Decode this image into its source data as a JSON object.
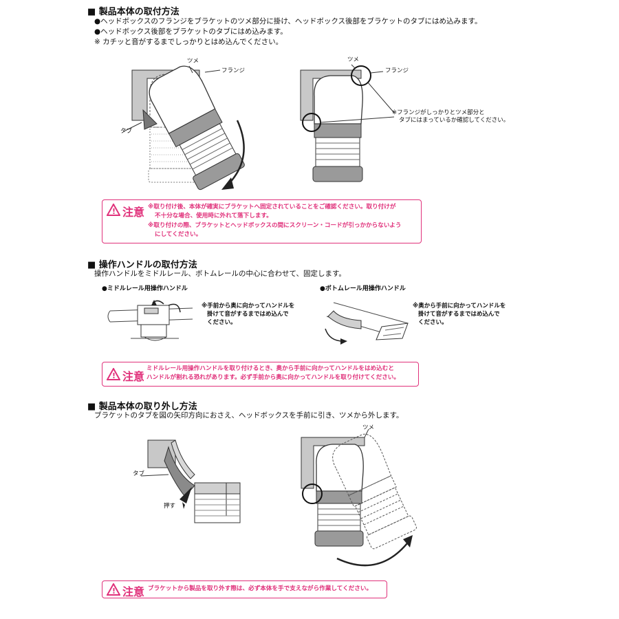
{
  "section1": {
    "heading": "■ 製品本体の取付方法",
    "lines": [
      "●ヘッドボックスのフランジをブラケットのツメ部分に掛け、ヘッドボックス後部をブラケットのタブにはめ込みます。",
      "●ヘッドボックス後部をブラケットのタブにはめ込みます。",
      "※ カチッと音がするまでしっかりとはめ込んでください。"
    ],
    "fig_left": {
      "label_tsume": "ツメ",
      "label_flange": "フランジ",
      "label_tab": "タブ"
    },
    "fig_right": {
      "label_tsume": "ツメ",
      "label_flange": "フランジ",
      "note_line1": "※フランジがしっかりとツメ部分と",
      "note_line2": "タブにはまっているか確認してください。"
    },
    "caution": {
      "title": "注意",
      "line1": "※取り付け後、本体が確実にブラケットへ固定されていることをご確認ください。取り付けが",
      "line2": "不十分な場合、使用時に外れて落下します。",
      "line3": "※取り付けの際、ブラケットとヘッドボックスの間にスクリーン・コードが引っかからないよう",
      "line4": "にしてください。"
    }
  },
  "section2": {
    "heading": "■ 操作ハンドルの取付方法",
    "line": "操作ハンドルをミドルレール、ボトムレールの中心に合わせて、固定します。",
    "left": {
      "title": "●ミドルレール用操作ハンドル",
      "note1": "※手前から奥に向かってハンドルを",
      "note2": "掛けて音がするまではめ込んで",
      "note3": "ください。"
    },
    "right": {
      "title": "●ボトムレール用操作ハンドル",
      "note1": "※奥から手前に向かってハンドルを",
      "note2": "掛けて音がするまではめ込んで",
      "note3": "ください。"
    },
    "caution": {
      "title": "注意",
      "line1": "ミドルレール用操作ハンドルを取り付けるとき、奥から手前に向かってハンドルをはめ込むと",
      "line2": "ハンドルが割れる恐れがあります。必ず手前から奥に向かってハンドルを取り付けてください。"
    }
  },
  "section3": {
    "heading": "■ 製品本体の取り外し方法",
    "line": "ブラケットのタブを図の矢印方向におさえ、ヘッドボックスを手前に引き、ツメから外します。",
    "fig_left": {
      "label_tab": "タブ",
      "label_push": "押す"
    },
    "fig_right": {
      "label_tsume": "ツメ"
    },
    "caution": {
      "title": "注意",
      "line1": "ブラケットから製品を取り外す際は、必ず本体を手で支えながら作業してください。"
    }
  },
  "colors": {
    "caution": "#e0307a",
    "figure_gray": "#bfbfbf",
    "figure_dark": "#7a7a7a"
  }
}
